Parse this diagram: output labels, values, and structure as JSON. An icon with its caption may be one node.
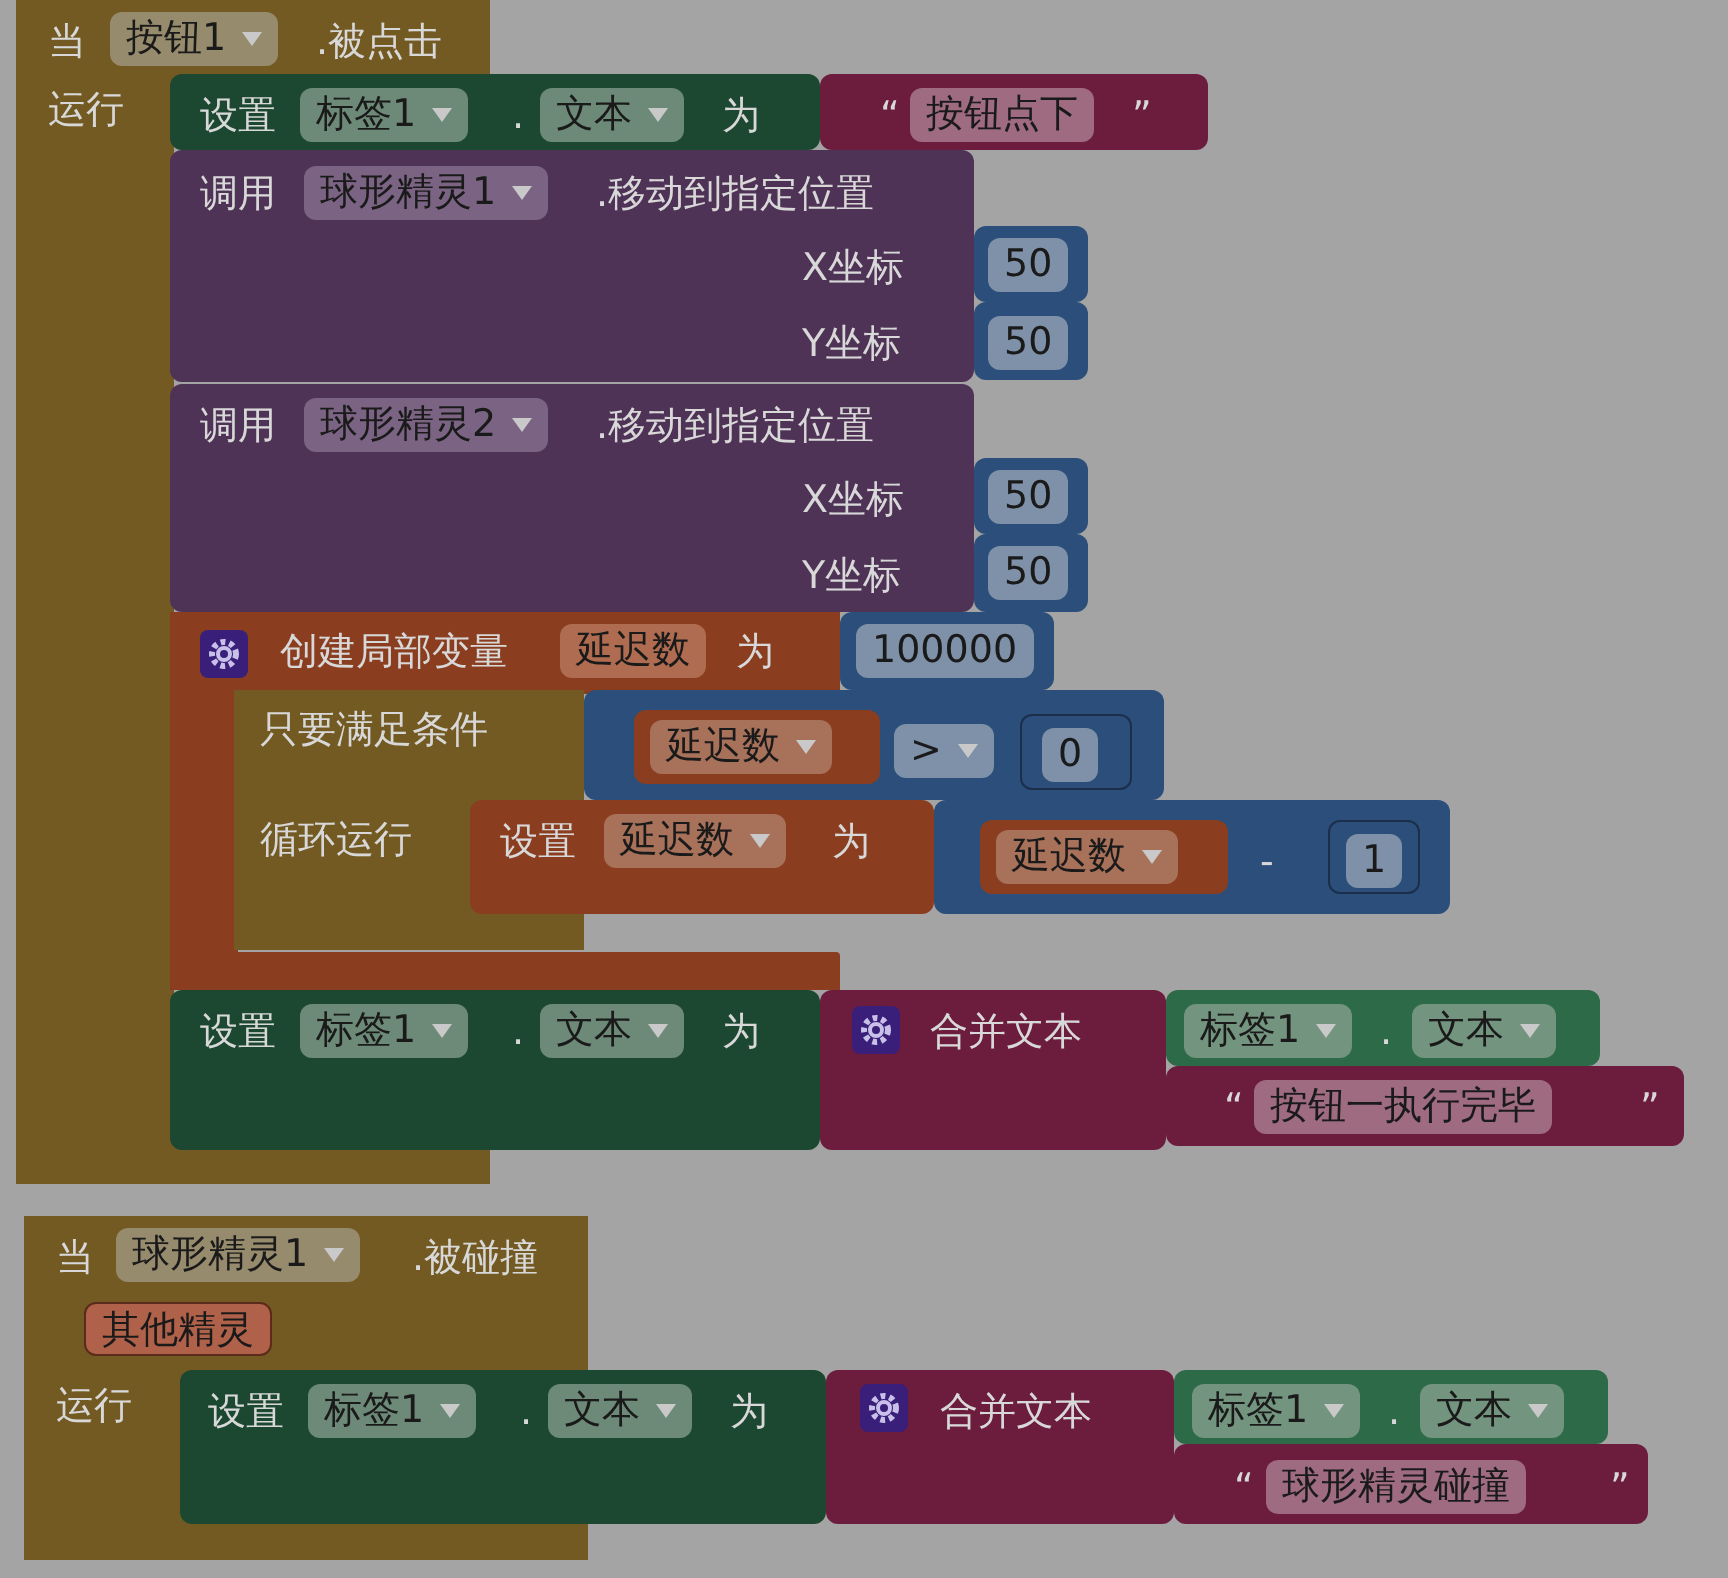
{
  "diagram": {
    "nodes": [
      {
        "text": [
          "当",
          "按钮1",
          ".被点击",
          "运行"
        ]
      },
      {
        "text": [
          "设置",
          "标签1",
          ".",
          "文本",
          "为"
        ]
      },
      {
        "text": [
          "“",
          "按钮点下",
          "”"
        ]
      },
      {
        "text": [
          "调用",
          "球形精灵1",
          ".移动到指定位置",
          "X坐标",
          "Y坐标"
        ]
      },
      {
        "text": [
          "50"
        ]
      },
      {
        "text": [
          "50"
        ]
      },
      {
        "text": [
          "调用",
          "球形精灵2",
          ".移动到指定位置",
          "X坐标",
          "Y坐标"
        ]
      },
      {
        "text": [
          "50"
        ]
      },
      {
        "text": [
          "50"
        ]
      },
      {
        "text": [
          "创建局部变量",
          "延迟数",
          "为"
        ]
      },
      {
        "text": [
          "100000"
        ]
      },
      {
        "text": [
          "只要满足条件",
          "循环运行"
        ]
      },
      {
        "text": [
          ">"
        ]
      },
      {
        "text": [
          "延迟数"
        ],
        "in": 12
      },
      {
        "text": [
          "0"
        ],
        "in": 12
      },
      {
        "text": [
          "设置",
          "延迟数",
          "为"
        ]
      },
      {
        "text": [
          "-"
        ]
      },
      {
        "text": [
          "延迟数"
        ],
        "in": 16
      },
      {
        "text": [
          "1"
        ],
        "in": 16
      },
      {
        "text": [
          "设置",
          "标签1",
          ".",
          "文本",
          "为"
        ]
      },
      {
        "text": [
          "合并文本"
        ]
      },
      {
        "text": [
          "标签1",
          ".",
          "文本"
        ]
      },
      {
        "text": [
          "“",
          "按钮一执行完毕",
          "”"
        ]
      },
      {
        "text": [
          "当",
          "球形精灵1",
          ".被碰撞",
          "其他精灵",
          "运行"
        ]
      },
      {
        "text": [
          "设置",
          "标签1",
          ".",
          "文本",
          "为"
        ]
      },
      {
        "text": [
          "合并文本"
        ]
      },
      {
        "text": [
          "标签1",
          ".",
          "文本"
        ]
      },
      {
        "text": [
          "“",
          "球形精灵碰撞",
          "”"
        ]
      }
    ]
  }
}
